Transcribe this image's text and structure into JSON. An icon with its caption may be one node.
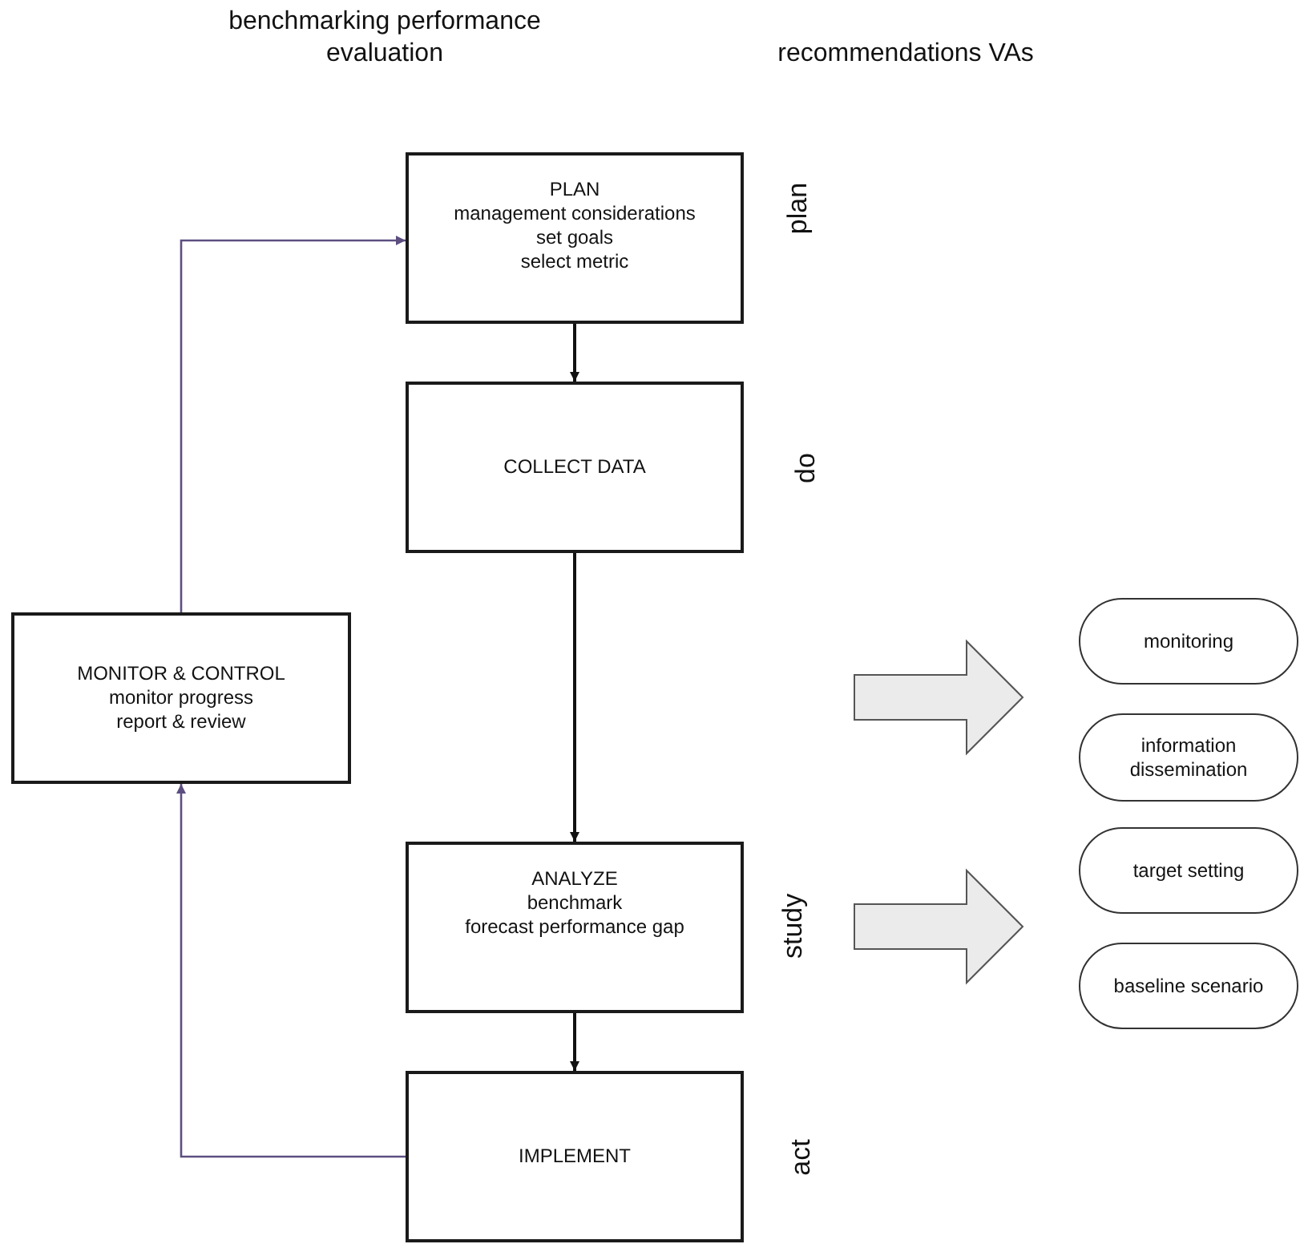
{
  "diagram": {
    "nodes": [
      {
        "text": [
          "PLAN",
          "management considerations",
          "set goals",
          "select metric"
        ],
        "beside": [
          "plan"
        ]
      },
      {
        "text": [
          "COLLECT DATA"
        ],
        "beside": [
          "do"
        ]
      },
      {
        "text": [
          "MONITOR & CONTROL",
          "monitor progress",
          "report & review"
        ]
      },
      {
        "text": [
          "ANALYZE",
          "benchmark",
          "forecast performance gap"
        ],
        "beside": [
          "study"
        ]
      },
      {
        "text": [
          "IMPLEMENT"
        ],
        "beside": [
          "act"
        ]
      },
      {
        "text": [
          "monitoring"
        ]
      },
      {
        "text": [
          "information dissemination"
        ]
      },
      {
        "text": [
          "target setting"
        ]
      },
      {
        "text": [
          "baseline scenario"
        ]
      }
    ],
    "edges": [
      {
        "from": 0,
        "to": 1,
        "arrow": "to"
      },
      {
        "from": 1,
        "to": 3,
        "arrow": "to"
      },
      {
        "from": 3,
        "to": 4,
        "arrow": "to"
      },
      {
        "from": 4,
        "to": 2,
        "arrow": "to",
        "color": "#5c4f80"
      },
      {
        "from": 2,
        "to": 0,
        "arrow": "to",
        "color": "#5c4f80"
      }
    ],
    "labels": [
      "benchmarking performance evaluation",
      "recommendations VAs"
    ]
  }
}
